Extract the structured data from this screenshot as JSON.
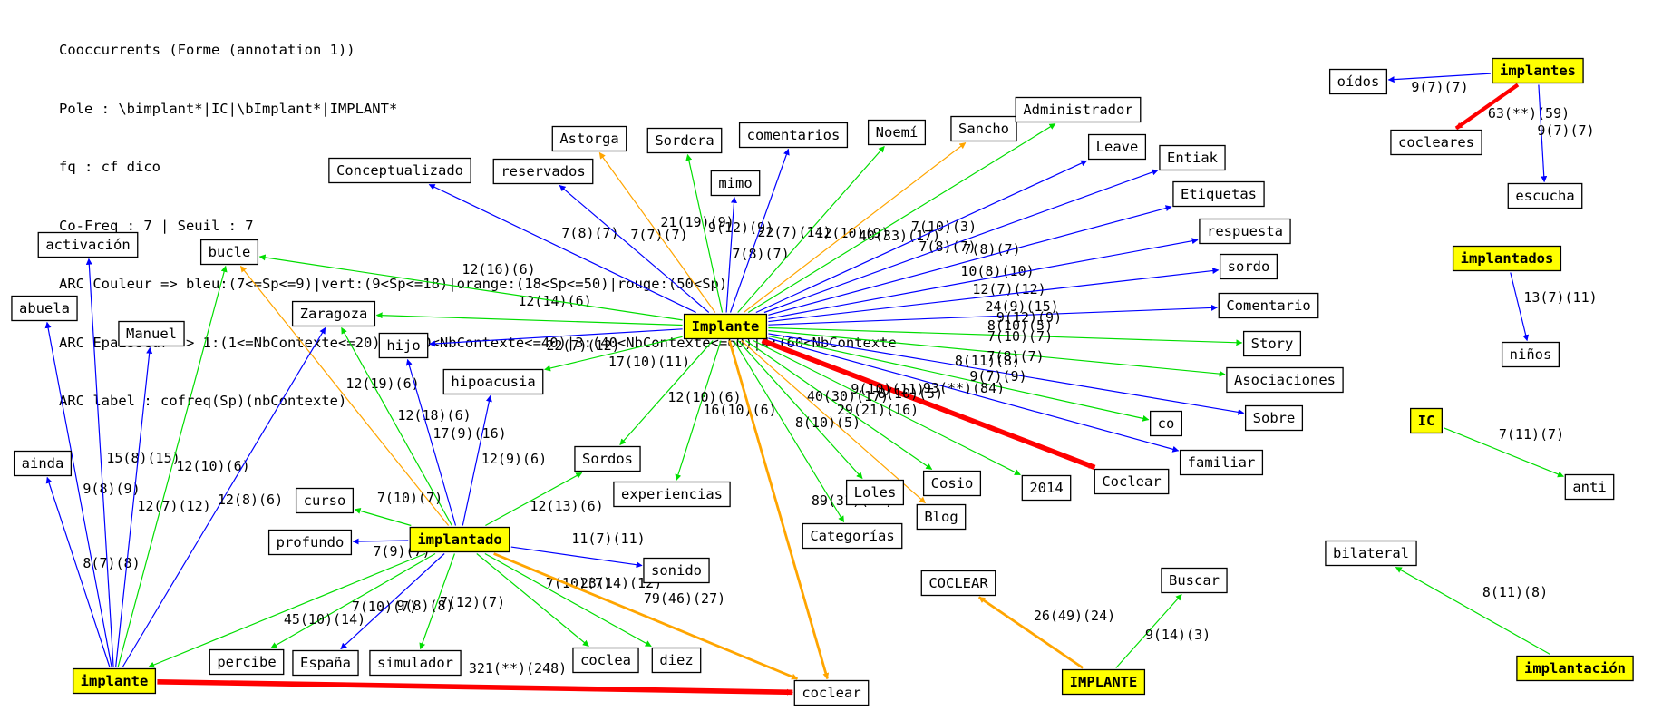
{
  "legend_lines": [
    "Cooccurrents (Forme (annotation 1))",
    "Pole : \\bimplant*|IC|\\bImplant*|IMPLANT*",
    "fq : cf dico",
    "Co-Freq : 7 | Seuil : 7",
    "ARC Couleur => bleu:(7<=Sp<=9)|vert:(9<Sp<=18)|orange:(18<Sp<=50)|rouge:(50<Sp)",
    "ARC Epaisseur -> 1:(1<=NbContexte<=20)|2:(20<NbContexte<=40)|3:(40<NbContexte<=60)|4:(60<NbContexte",
    "ARC label : cofreq(Sp)(nbContexte)"
  ],
  "colors": {
    "bleu": "#0000ff",
    "vert": "#00dd00",
    "orange": "#ffa500",
    "rouge": "#ff0000",
    "pole_fill": "#ffff00",
    "node_fill": "#ffffff"
  },
  "nodes": [
    {
      "id": "Implante",
      "label": "Implante",
      "pole": true
    },
    {
      "id": "implante",
      "label": "implante",
      "pole": true
    },
    {
      "id": "implantado",
      "label": "implantado",
      "pole": true
    },
    {
      "id": "implantes",
      "label": "implantes",
      "pole": true
    },
    {
      "id": "implantados",
      "label": "implantados",
      "pole": true
    },
    {
      "id": "IC",
      "label": "IC",
      "pole": true
    },
    {
      "id": "IMPLANTE",
      "label": "IMPLANTE",
      "pole": true
    },
    {
      "id": "implantacion",
      "label": "implantación",
      "pole": true
    },
    {
      "id": "Conceptualizado",
      "label": "Conceptualizado",
      "pole": false
    },
    {
      "id": "reservados",
      "label": "reservados",
      "pole": false
    },
    {
      "id": "Astorga",
      "label": "Astorga",
      "pole": false
    },
    {
      "id": "Sordera",
      "label": "Sordera",
      "pole": false
    },
    {
      "id": "mimo",
      "label": "mimo",
      "pole": false
    },
    {
      "id": "comentarios",
      "label": "comentarios",
      "pole": false
    },
    {
      "id": "Noemi",
      "label": "Noemí",
      "pole": false
    },
    {
      "id": "Sancho",
      "label": "Sancho",
      "pole": false
    },
    {
      "id": "Administrador",
      "label": "Administrador",
      "pole": false
    },
    {
      "id": "Leave",
      "label": "Leave",
      "pole": false
    },
    {
      "id": "Entiak",
      "label": "Entiak",
      "pole": false
    },
    {
      "id": "Etiquetas",
      "label": "Etiquetas",
      "pole": false
    },
    {
      "id": "respuesta",
      "label": "respuesta",
      "pole": false
    },
    {
      "id": "sordo",
      "label": "sordo",
      "pole": false
    },
    {
      "id": "Comentario",
      "label": "Comentario",
      "pole": false
    },
    {
      "id": "Story",
      "label": "Story",
      "pole": false
    },
    {
      "id": "Asociaciones",
      "label": "Asociaciones",
      "pole": false
    },
    {
      "id": "Sobre",
      "label": "Sobre",
      "pole": false
    },
    {
      "id": "co",
      "label": "co",
      "pole": false
    },
    {
      "id": "familiar",
      "label": "familiar",
      "pole": false
    },
    {
      "id": "Coclear",
      "label": "Coclear",
      "pole": false
    },
    {
      "id": "y2014",
      "label": "2014",
      "pole": false
    },
    {
      "id": "Cosio",
      "label": "Cosio",
      "pole": false
    },
    {
      "id": "Blog",
      "label": "Blog",
      "pole": false
    },
    {
      "id": "Loles",
      "label": "Loles",
      "pole": false
    },
    {
      "id": "Categorias",
      "label": "Categorías",
      "pole": false
    },
    {
      "id": "experiencias",
      "label": "experiencias",
      "pole": false
    },
    {
      "id": "Sordos",
      "label": "Sordos",
      "pole": false
    },
    {
      "id": "hipoacusia",
      "label": "hipoacusia",
      "pole": false
    },
    {
      "id": "hijo",
      "label": "hijo",
      "pole": false
    },
    {
      "id": "Zaragoza",
      "label": "Zaragoza",
      "pole": false
    },
    {
      "id": "bucle",
      "label": "bucle",
      "pole": false
    },
    {
      "id": "activacion",
      "label": "activación",
      "pole": false
    },
    {
      "id": "abuela",
      "label": "abuela",
      "pole": false
    },
    {
      "id": "Manuel",
      "label": "Manuel",
      "pole": false
    },
    {
      "id": "ainda",
      "label": "ainda",
      "pole": false
    },
    {
      "id": "curso",
      "label": "curso",
      "pole": false
    },
    {
      "id": "profundo",
      "label": "profundo",
      "pole": false
    },
    {
      "id": "sonido",
      "label": "sonido",
      "pole": false
    },
    {
      "id": "percibe",
      "label": "percibe",
      "pole": false
    },
    {
      "id": "Espana",
      "label": "España",
      "pole": false
    },
    {
      "id": "simulador",
      "label": "simulador",
      "pole": false
    },
    {
      "id": "coclea",
      "label": "coclea",
      "pole": false
    },
    {
      "id": "diez",
      "label": "diez",
      "pole": false
    },
    {
      "id": "coclear",
      "label": "coclear",
      "pole": false
    },
    {
      "id": "COCLEAR",
      "label": "COCLEAR",
      "pole": false
    },
    {
      "id": "Buscar",
      "label": "Buscar",
      "pole": false
    },
    {
      "id": "oidos",
      "label": "oídos",
      "pole": false
    },
    {
      "id": "cocleares",
      "label": "cocleares",
      "pole": false
    },
    {
      "id": "escucha",
      "label": "escucha",
      "pole": false
    },
    {
      "id": "ninos",
      "label": "niños",
      "pole": false
    },
    {
      "id": "anti",
      "label": "anti",
      "pole": false
    },
    {
      "id": "bilateral",
      "label": "bilateral",
      "pole": false
    }
  ],
  "edges": [
    {
      "from": "Implante",
      "to": "Conceptualizado",
      "color": "bleu",
      "width": 1,
      "label": "7(8)(7)"
    },
    {
      "from": "Implante",
      "to": "reservados",
      "color": "bleu",
      "width": 1,
      "label": "7(7)(7)"
    },
    {
      "from": "Implante",
      "to": "Astorga",
      "color": "orange",
      "width": 1,
      "label": "21(19)(9)"
    },
    {
      "from": "Implante",
      "to": "Sordera",
      "color": "vert",
      "width": 1,
      "label": "9(12)(9)"
    },
    {
      "from": "Implante",
      "to": "mimo",
      "color": "bleu",
      "width": 1,
      "label": "7(8)(7)"
    },
    {
      "from": "Implante",
      "to": "comentarios",
      "color": "bleu",
      "width": 1,
      "label": "22(7)(14)"
    },
    {
      "from": "Implante",
      "to": "Noemi",
      "color": "vert",
      "width": 1,
      "label": "12(10)(9)"
    },
    {
      "from": "Implante",
      "to": "Sancho",
      "color": "orange",
      "width": 1,
      "label": "40(33)(17)"
    },
    {
      "from": "Implante",
      "to": "Administrador",
      "color": "vert",
      "width": 1,
      "label": "7(10)(3)"
    },
    {
      "from": "Implante",
      "to": "Leave",
      "color": "bleu",
      "width": 1,
      "label": "7(8)(7)"
    },
    {
      "from": "Implante",
      "to": "Entiak",
      "color": "bleu",
      "width": 1,
      "label": "7(8)(7)"
    },
    {
      "from": "Implante",
      "to": "Etiquetas",
      "color": "bleu",
      "width": 1,
      "label": "10(8)(10)"
    },
    {
      "from": "Implante",
      "to": "respuesta",
      "color": "bleu",
      "width": 1,
      "label": "12(7)(12)"
    },
    {
      "from": "Implante",
      "to": "sordo",
      "color": "bleu",
      "width": 1,
      "label": "24(9)(15)"
    },
    {
      "from": "Implante",
      "to": "Comentario",
      "color": "bleu",
      "width": 1,
      "label": "9(12)(9)"
    },
    {
      "from": "Implante",
      "to": "Story",
      "color": "vert",
      "width": 1,
      "label": "8(10)(5)"
    },
    {
      "from": "Implante",
      "to": "Asociaciones",
      "color": "vert",
      "width": 1,
      "label": "7(10)(7)"
    },
    {
      "from": "Implante",
      "to": "Sobre",
      "color": "bleu",
      "width": 1,
      "label": "7(8)(7)"
    },
    {
      "from": "Implante",
      "to": "co",
      "color": "vert",
      "width": 1,
      "label": "8(11)(8)"
    },
    {
      "from": "Implante",
      "to": "familiar",
      "color": "bleu",
      "width": 1,
      "label": "9(7)(9)"
    },
    {
      "from": "Implante",
      "to": "Coclear",
      "color": "rouge",
      "width": 4,
      "label": "93(**)(84)"
    },
    {
      "from": "Implante",
      "to": "y2014",
      "color": "vert",
      "width": 1,
      "label": "8(10)(5)"
    },
    {
      "from": "Implante",
      "to": "Cosio",
      "color": "vert",
      "width": 1,
      "label": "9(10)(11)"
    },
    {
      "from": "Implante",
      "to": "Blog",
      "color": "orange",
      "width": 1,
      "label": "40(30)(17)"
    },
    {
      "from": "Implante",
      "to": "Loles",
      "color": "vert",
      "width": 1,
      "label": "29(21)(16)"
    },
    {
      "from": "Implante",
      "to": "Categorias",
      "color": "vert",
      "width": 1,
      "label": "8(10)(5)"
    },
    {
      "from": "Implante",
      "to": "experiencias",
      "color": "vert",
      "width": 1,
      "label": "16(10)(6)"
    },
    {
      "from": "Implante",
      "to": "Sordos",
      "color": "vert",
      "width": 1,
      "label": "12(10)(6)"
    },
    {
      "from": "Implante",
      "to": "hipoacusia",
      "color": "vert",
      "width": 1,
      "label": "17(10)(11)"
    },
    {
      "from": "Implante",
      "to": "hijo",
      "color": "bleu",
      "width": 1,
      "label": "22(7)(12)"
    },
    {
      "from": "Implante",
      "to": "Zaragoza",
      "color": "vert",
      "width": 1,
      "label": "12(14)(6)"
    },
    {
      "from": "Implante",
      "to": "bucle",
      "color": "vert",
      "width": 1,
      "label": "12(16)(6)"
    },
    {
      "from": "Implante",
      "to": "coclear",
      "color": "orange",
      "width": 2,
      "label": "89(31)(32)"
    },
    {
      "from": "implantado",
      "to": "bucle",
      "color": "orange",
      "width": 1,
      "label": "12(19)(6)"
    },
    {
      "from": "implantado",
      "to": "Zaragoza",
      "color": "vert",
      "width": 1,
      "label": "12(18)(6)"
    },
    {
      "from": "implantado",
      "to": "hijo",
      "color": "bleu",
      "width": 1,
      "label": "17(9)(16)"
    },
    {
      "from": "implantado",
      "to": "hipoacusia",
      "color": "bleu",
      "width": 1,
      "label": "12(9)(6)"
    },
    {
      "from": "implantado",
      "to": "Sordos",
      "color": "vert",
      "width": 1,
      "label": "12(13)(6)"
    },
    {
      "from": "implantado",
      "to": "curso",
      "color": "vert",
      "width": 1,
      "label": "7(10)(7)"
    },
    {
      "from": "implantado",
      "to": "profundo",
      "color": "bleu",
      "width": 1,
      "label": "7(9)(7)"
    },
    {
      "from": "implantado",
      "to": "sonido",
      "color": "bleu",
      "width": 1,
      "label": "11(7)(11)"
    },
    {
      "from": "implantado",
      "to": "percibe",
      "color": "vert",
      "width": 1,
      "label": "45(10)(14)"
    },
    {
      "from": "implantado",
      "to": "Espana",
      "color": "bleu",
      "width": 1,
      "label": "7(10)(7)"
    },
    {
      "from": "implantado",
      "to": "simulador",
      "color": "vert",
      "width": 1,
      "label": "9(8)(8)"
    },
    {
      "from": "implantado",
      "to": "coclea",
      "color": "vert",
      "width": 1,
      "label": "7(12)(7)"
    },
    {
      "from": "implantado",
      "to": "diez",
      "color": "vert",
      "width": 1,
      "label": "7(10)(7)"
    },
    {
      "from": "implantado",
      "to": "coclear",
      "color": "orange",
      "width": 2,
      "label": "79(46)(27)"
    },
    {
      "from": "implantado",
      "to": "implante",
      "color": "vert",
      "width": 1,
      "label": "23(14)(12)"
    },
    {
      "from": "implante",
      "to": "ainda",
      "color": "bleu",
      "width": 1,
      "label": "8(7)(8)"
    },
    {
      "from": "implante",
      "to": "abuela",
      "color": "bleu",
      "width": 1,
      "label": "9(8)(9)"
    },
    {
      "from": "implante",
      "to": "activacion",
      "color": "bleu",
      "width": 1,
      "label": "15(8)(15)"
    },
    {
      "from": "implante",
      "to": "Manuel",
      "color": "bleu",
      "width": 1,
      "label": "12(7)(12)"
    },
    {
      "from": "implante",
      "to": "bucle",
      "color": "vert",
      "width": 1,
      "label": "12(10)(6)"
    },
    {
      "from": "implante",
      "to": "Zaragoza",
      "color": "bleu",
      "width": 1,
      "label": "12(8)(6)"
    },
    {
      "from": "implante",
      "to": "coclear",
      "color": "rouge",
      "width": 4,
      "label": "321(**)(248)"
    },
    {
      "from": "implantes",
      "to": "oidos",
      "color": "bleu",
      "width": 1,
      "label": "9(7)(7)"
    },
    {
      "from": "implantes",
      "to": "cocleares",
      "color": "rouge",
      "width": 3,
      "label": "63(**)(59)"
    },
    {
      "from": "implantes",
      "to": "escucha",
      "color": "bleu",
      "width": 1,
      "label": "9(7)(7)"
    },
    {
      "from": "implantados",
      "to": "ninos",
      "color": "bleu",
      "width": 1,
      "label": "13(7)(11)"
    },
    {
      "from": "IC",
      "to": "anti",
      "color": "vert",
      "width": 1,
      "label": "7(11)(7)"
    },
    {
      "from": "IMPLANTE",
      "to": "COCLEAR",
      "color": "orange",
      "width": 2,
      "label": "26(49)(24)"
    },
    {
      "from": "IMPLANTE",
      "to": "Buscar",
      "color": "vert",
      "width": 1,
      "label": "9(14)(3)"
    },
    {
      "from": "implantacion",
      "to": "bilateral",
      "color": "vert",
      "width": 1,
      "label": "8(11)(8)"
    }
  ]
}
